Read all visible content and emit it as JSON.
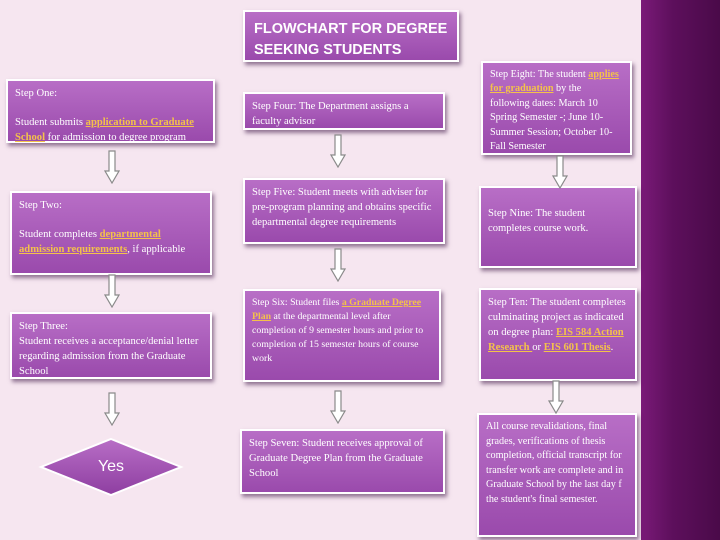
{
  "title": "FLOWCHART  FOR DEGREE SEEKING STUDENTS",
  "steps": {
    "one": {
      "heading": "Step One:",
      "pre": "Student submits ",
      "link": "application to Graduate School",
      "post": " for admission to degree program"
    },
    "two": {
      "heading": "Step Two:",
      "pre": "Student completes ",
      "link": "departmental admission requirements",
      "post": ", if applicable"
    },
    "three": {
      "heading": "Step Three:",
      "text": "Student receives a acceptance/denial letter regarding admission from the Graduate School"
    },
    "four": {
      "text": "Step Four:  The Department assigns a faculty advisor"
    },
    "five": {
      "text": "Step Five:  Student meets with adviser for pre-program planning and obtains specific departmental degree requirements"
    },
    "six": {
      "pre": "Step Six:  Student files ",
      "link": "a Graduate Degree Plan",
      "post": " at the departmental level after completion of 9 semester hours and prior to completion of 15 semester hours of course work"
    },
    "seven": {
      "text": "Step Seven:  Student receives approval of Graduate Degree Plan from the Graduate School"
    },
    "eight": {
      "pre": "Step Eight:  The  student ",
      "link": "applies for graduation",
      "post": " by the following dates: March 10 Spring Semester -; June 10- Summer Session; October 10- Fall Semester"
    },
    "nine": {
      "text": "Step Nine:  The student completes course work."
    },
    "ten": {
      "pre": "Step Ten:  The student completes  culminating project as indicated on degree plan: ",
      "link1": "EIS 584 Action Research ",
      "mid": "or ",
      "link2": "EIS 601 Thesis",
      "post": "."
    }
  },
  "final_note": "All course revalidations, final grades, verifications of thesis completion, official transcript for transfer work are complete and in Graduate School by the last day f  the student's final semester.",
  "decision": {
    "label": "Yes"
  },
  "colors": {
    "box_top": "#b86ec6",
    "box_bottom": "#9a4aac",
    "link": "#f4c24a",
    "background": "#f6e6f0",
    "right_band": "#5d0f5c",
    "arrow_fill": "#ffffff",
    "arrow_stroke": "#8a8a8a"
  }
}
